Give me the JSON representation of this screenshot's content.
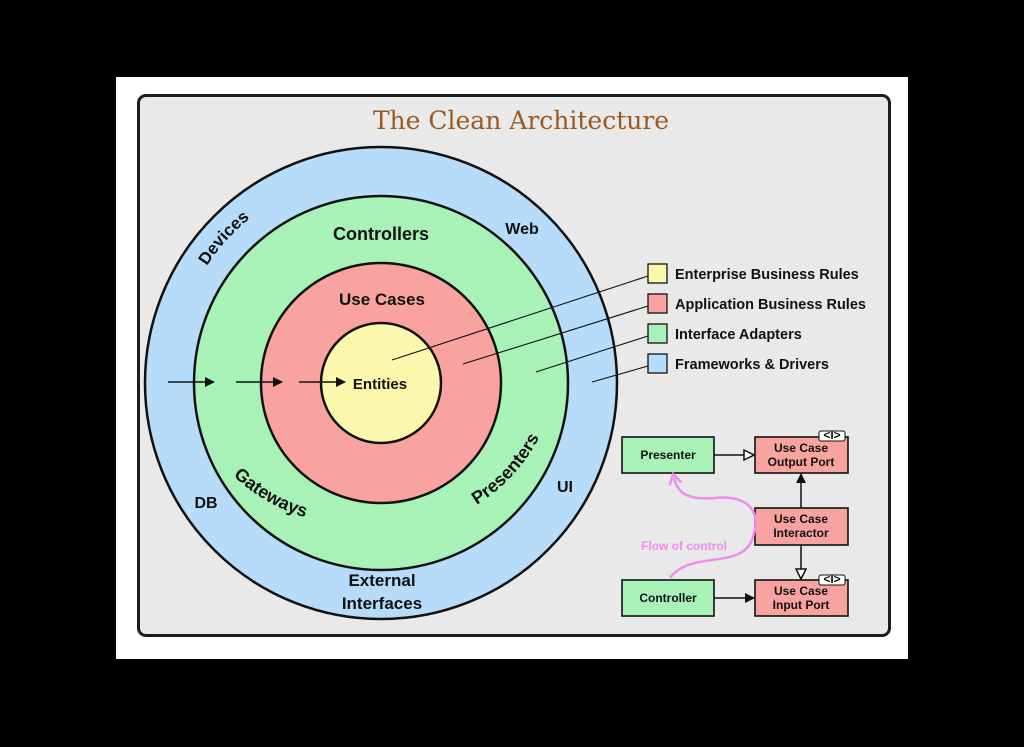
{
  "title": "The Clean Architecture",
  "colors": {
    "frameworks": "#b7dcf9",
    "adapters": "#a8f2b8",
    "usecases": "#f8a3a0",
    "entities": "#fbf8ad",
    "title": "#9a5a1f",
    "flow": "#f08cf0"
  },
  "rings": {
    "outer": {
      "devices": "Devices",
      "web": "Web",
      "db": "DB",
      "ui": "UI",
      "external_line1": "External",
      "external_line2": "Interfaces"
    },
    "adapters": {
      "controllers": "Controllers",
      "gateways": "Gateways",
      "presenters": "Presenters"
    },
    "usecases": {
      "label": "Use Cases"
    },
    "entities": {
      "label": "Entities"
    }
  },
  "legend": [
    {
      "label": "Enterprise Business Rules",
      "color": "#fbf8ad"
    },
    {
      "label": "Application Business Rules",
      "color": "#f8a3a0"
    },
    {
      "label": "Interface Adapters",
      "color": "#a8f2b8"
    },
    {
      "label": "Frameworks & Drivers",
      "color": "#b7dcf9"
    }
  ],
  "flow": {
    "presenter": "Presenter",
    "controller": "Controller",
    "output_port_line1": "Use Case",
    "output_port_line2": "Output Port",
    "interactor_line1": "Use Case",
    "interactor_line2": "Interactor",
    "input_port_line1": "Use Case",
    "input_port_line2": "Input Port",
    "interface_marker": "<I>",
    "flow_of_control": "Flow of control"
  }
}
